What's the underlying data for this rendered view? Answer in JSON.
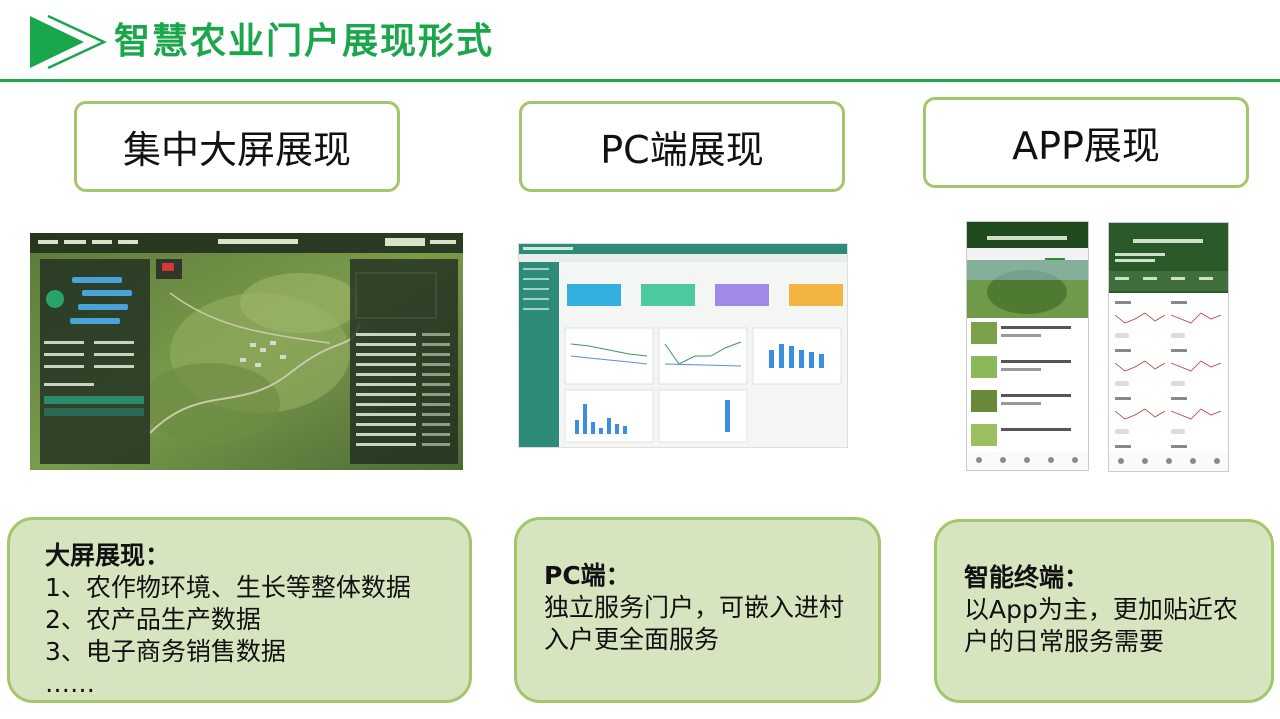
{
  "header": {
    "title": "智慧农业门户展现形式"
  },
  "boxes": {
    "bigscreen": "集中大屏展现",
    "pc": "PC端展现",
    "app": "APP展现"
  },
  "descriptions": {
    "bigscreen": {
      "title": "大屏展现：",
      "lines": [
        "1、农作物环境、生长等整体数据",
        "2、农产品生产数据",
        "3、电子商务销售数据",
        "……"
      ]
    },
    "pc": {
      "title": "PC端：",
      "lines": [
        "独立服务门户，可嵌入进村",
        "入户更全面服务"
      ]
    },
    "app": {
      "title": "智能终端：",
      "lines": [
        "以App为主，更加贴近农",
        "户的日常服务需要"
      ]
    }
  },
  "colors": {
    "accent": "#1aa64a",
    "box_border": "#a3c66b",
    "desc_fill": "#d6e5bf"
  }
}
